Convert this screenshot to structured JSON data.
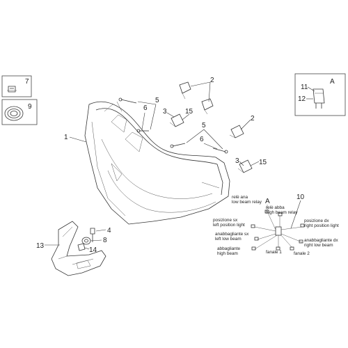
{
  "callouts": {
    "c1": "1",
    "c2a": "2",
    "c2b": "2",
    "c3a": "3",
    "c3b": "3",
    "c4": "4",
    "c5a": "5",
    "c5b": "5",
    "c6a": "6",
    "c6b": "6",
    "c7": "7",
    "c8": "8",
    "c9": "9",
    "c10": "10",
    "c11": "11",
    "c12": "12",
    "c13": "13",
    "c14": "14",
    "c15a": "15",
    "c15b": "15"
  },
  "detail_box": {
    "label": "A"
  },
  "wiring": {
    "label_a": "A",
    "rele_ana_1": "relè ana",
    "rele_ana_2": "low beam relay",
    "rele_abba_1": "relè abba",
    "rele_abba_2": "high beam relay",
    "pos_sx_1": "posizione sx",
    "pos_sx_2": "left position light",
    "pos_dx_1": "posizione dx",
    "pos_dx_2": "right position light",
    "anab_sx_1": "anabbagliante sx",
    "anab_sx_2": "left low beam",
    "anab_dx_1": "anabbagliante dx",
    "anab_dx_2": "right low beam",
    "abba_1": "abbagliante",
    "abba_2": "high beam",
    "fanale1": "fanale 1",
    "fanale2": "fanale 2"
  }
}
